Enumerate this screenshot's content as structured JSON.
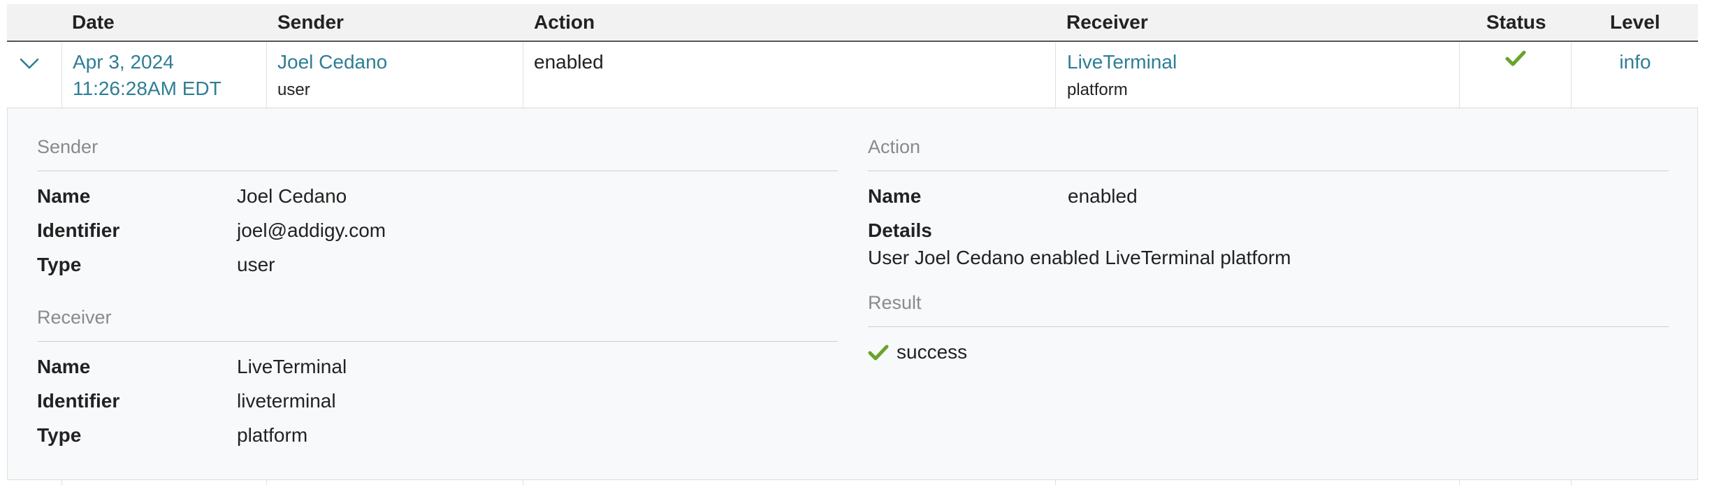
{
  "header": {
    "date": "Date",
    "sender": "Sender",
    "action": "Action",
    "receiver": "Receiver",
    "status": "Status",
    "level": "Level"
  },
  "row": {
    "date_line1": "Apr 3, 2024",
    "date_line2": "11:26:28AM EDT",
    "sender_name": "Joel Cedano",
    "sender_type": "user",
    "action": "enabled",
    "receiver_name": "LiveTerminal",
    "receiver_type": "platform",
    "status_icon": "check-icon",
    "level": "info"
  },
  "detail": {
    "sender": {
      "title": "Sender",
      "name_label": "Name",
      "name": "Joel Cedano",
      "identifier_label": "Identifier",
      "identifier": "joel@addigy.com",
      "type_label": "Type",
      "type": "user"
    },
    "receiver": {
      "title": "Receiver",
      "name_label": "Name",
      "name": "LiveTerminal",
      "identifier_label": "Identifier",
      "identifier": "liveterminal",
      "type_label": "Type",
      "type": "platform"
    },
    "action": {
      "title": "Action",
      "name_label": "Name",
      "name": "enabled",
      "details_label": "Details",
      "details": "User Joel Cedano enabled LiveTerminal platform"
    },
    "result": {
      "title": "Result",
      "value": "success"
    }
  },
  "colors": {
    "link": "#2e7e95",
    "success": "#6aa32b",
    "header_bg": "#f2f2f3",
    "panel_bg": "#f8f9fb"
  }
}
